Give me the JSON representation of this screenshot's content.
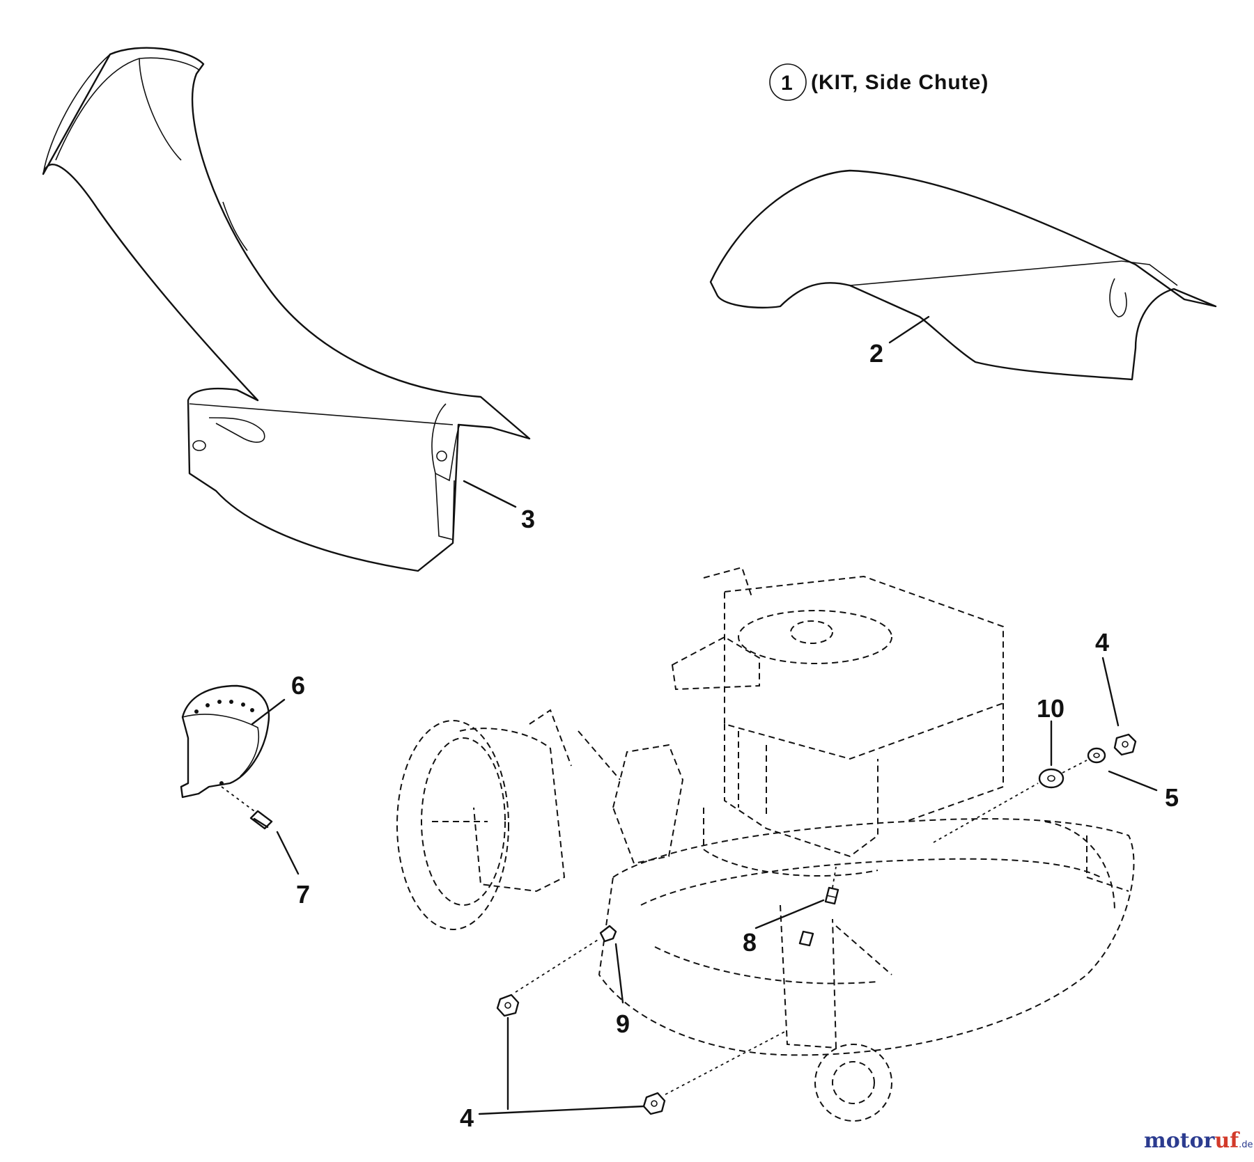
{
  "kit": {
    "number": "1",
    "label": "(KIT, Side Chute)"
  },
  "callouts": [
    {
      "id": "2",
      "part": "deflector-cover"
    },
    {
      "id": "3",
      "part": "side-chute"
    },
    {
      "id": "4",
      "part": "nut"
    },
    {
      "id": "5",
      "part": "washer"
    },
    {
      "id": "6",
      "part": "door-plate"
    },
    {
      "id": "7",
      "part": "bolt"
    },
    {
      "id": "8",
      "part": "stud"
    },
    {
      "id": "9",
      "part": "screw"
    },
    {
      "id": "10",
      "part": "large-washer"
    },
    {
      "id": "4",
      "part": "nut-lower"
    }
  ],
  "watermark": {
    "brand_a": "motor",
    "brand_b": "uf",
    "tld": ".de"
  },
  "colors": {
    "ink": "#111111",
    "watermark_blue": "#2b3b8f",
    "watermark_red": "#d23a2a"
  }
}
